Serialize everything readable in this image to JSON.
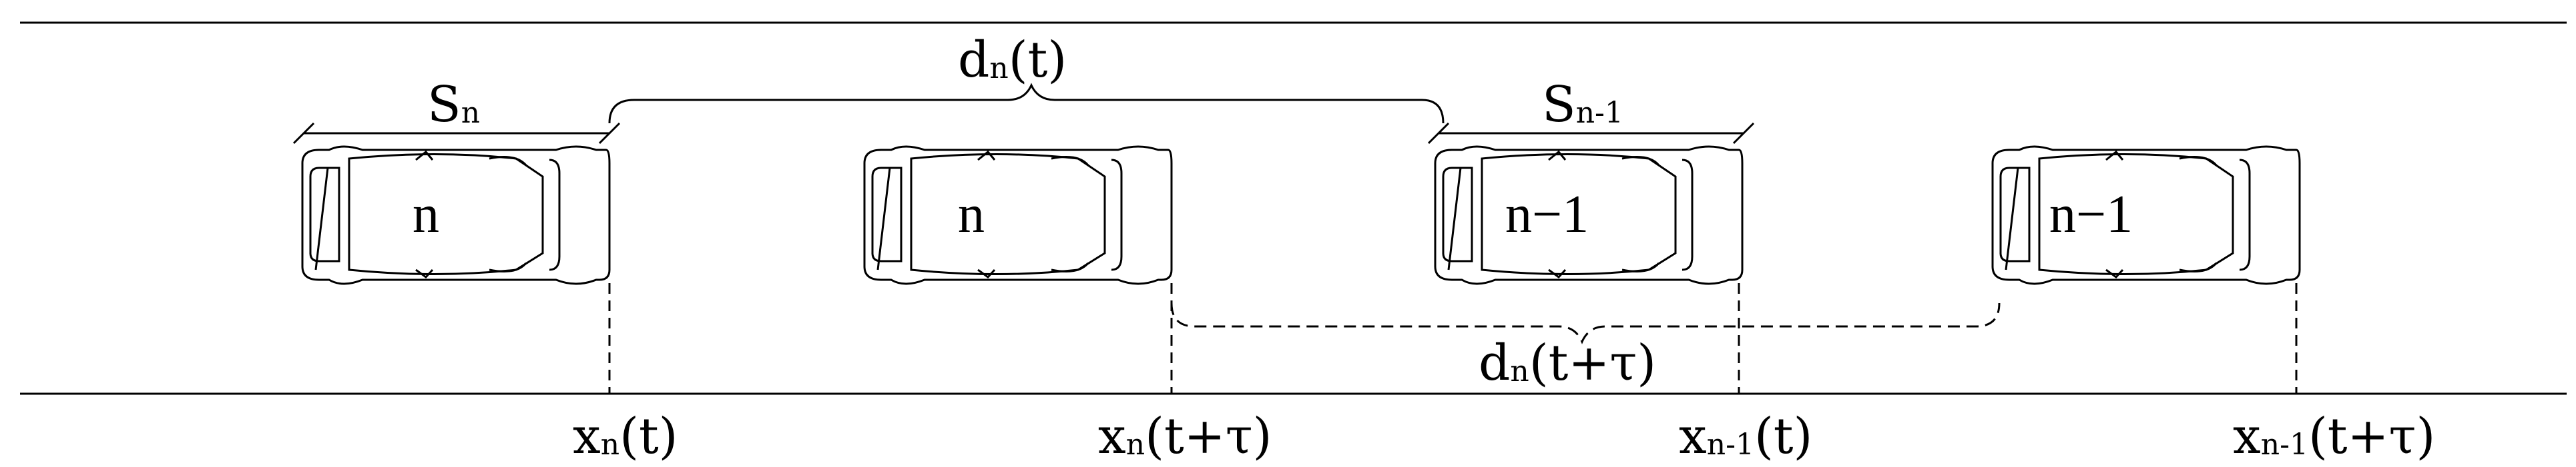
{
  "labels": {
    "s_n_main": "S",
    "s_n_sub": "n",
    "s_n1_main": "S",
    "s_n1_sub": "n-1",
    "d_n_t_main": "d",
    "d_n_t_sub": "n",
    "d_n_t_arg": "(t)",
    "d_n_ttau_main": "d",
    "d_n_ttau_sub": "n",
    "d_n_ttau_arg": "(t+τ)",
    "x_n_t_main": "x",
    "x_n_t_sub": "n",
    "x_n_t_arg": "(t)",
    "x_n_ttau_main": "x",
    "x_n_ttau_sub": "n",
    "x_n_ttau_arg": "(t+τ)",
    "x_n1_t_main": "x",
    "x_n1_t_sub": "n-1",
    "x_n1_t_arg": "(t)",
    "x_n1_ttau_main": "x",
    "x_n1_ttau_sub": "n-1",
    "x_n1_ttau_arg": "(t+τ)"
  },
  "cars": [
    {
      "label": "n"
    },
    {
      "label": "n"
    },
    {
      "label": "n−1"
    },
    {
      "label": "n−1"
    }
  ]
}
